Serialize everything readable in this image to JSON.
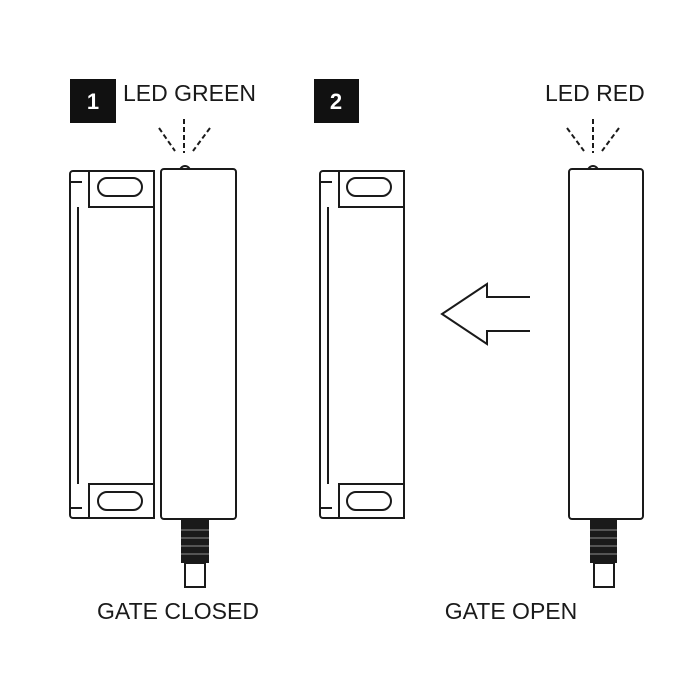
{
  "panel1": {
    "number": "1",
    "led_label": "LED GREEN",
    "caption": "GATE CLOSED"
  },
  "panel2": {
    "number": "2",
    "led_label": "LED RED",
    "caption": "GATE OPEN"
  },
  "colors": {
    "ink": "#1a1a1a",
    "badge_bg": "#111111",
    "background": "#ffffff"
  },
  "icons": {
    "led_rays": "led-rays-icon",
    "direction": "left-arrow-icon"
  }
}
